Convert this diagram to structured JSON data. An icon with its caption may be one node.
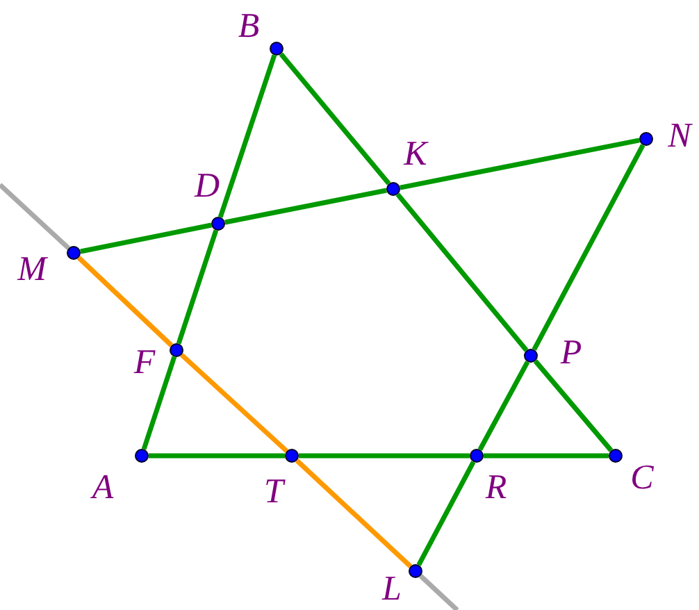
{
  "diagram": {
    "nodes": [
      {
        "text": [
          "B"
        ]
      },
      {
        "text": [
          "K"
        ]
      },
      {
        "text": [
          "N"
        ]
      },
      {
        "text": [
          "D"
        ]
      },
      {
        "text": [
          "M"
        ]
      },
      {
        "text": [
          "F"
        ]
      },
      {
        "text": [
          "P"
        ]
      },
      {
        "text": [
          "A"
        ]
      },
      {
        "text": [
          "T"
        ]
      },
      {
        "text": [
          "R"
        ]
      },
      {
        "text": [
          "C"
        ]
      },
      {
        "text": [
          "L"
        ]
      }
    ],
    "edges": [
      {
        "from": 7,
        "to": 5,
        "arrow": "none"
      },
      {
        "from": 5,
        "to": 3,
        "arrow": "none"
      },
      {
        "from": 3,
        "to": 0,
        "arrow": "none"
      },
      {
        "from": 0,
        "to": 1,
        "arrow": "none"
      },
      {
        "from": 1,
        "to": 6,
        "arrow": "none"
      },
      {
        "from": 6,
        "to": 10,
        "arrow": "none"
      },
      {
        "from": 7,
        "to": 8,
        "arrow": "none"
      },
      {
        "from": 8,
        "to": 9,
        "arrow": "none"
      },
      {
        "from": 9,
        "to": 10,
        "arrow": "none"
      },
      {
        "from": 4,
        "to": 3,
        "arrow": "none"
      },
      {
        "from": 3,
        "to": 1,
        "arrow": "none"
      },
      {
        "from": 1,
        "to": 2,
        "arrow": "none"
      },
      {
        "from": 2,
        "to": 6,
        "arrow": "none"
      },
      {
        "from": 6,
        "to": 9,
        "arrow": "none"
      },
      {
        "from": 9,
        "to": 11,
        "arrow": "none"
      },
      {
        "from": 4,
        "to": 5,
        "arrow": "none",
        "color": "#ff9900"
      },
      {
        "from": 5,
        "to": 8,
        "arrow": "none",
        "color": "#ff9900"
      },
      {
        "from": 8,
        "to": 11,
        "arrow": "none",
        "color": "#ff9900"
      },
      {
        "from": null,
        "to": 4,
        "arrow": "none",
        "color": "#aaaaaa"
      },
      {
        "from": 11,
        "to": null,
        "arrow": "none",
        "color": "#aaaaaa"
      }
    ]
  }
}
